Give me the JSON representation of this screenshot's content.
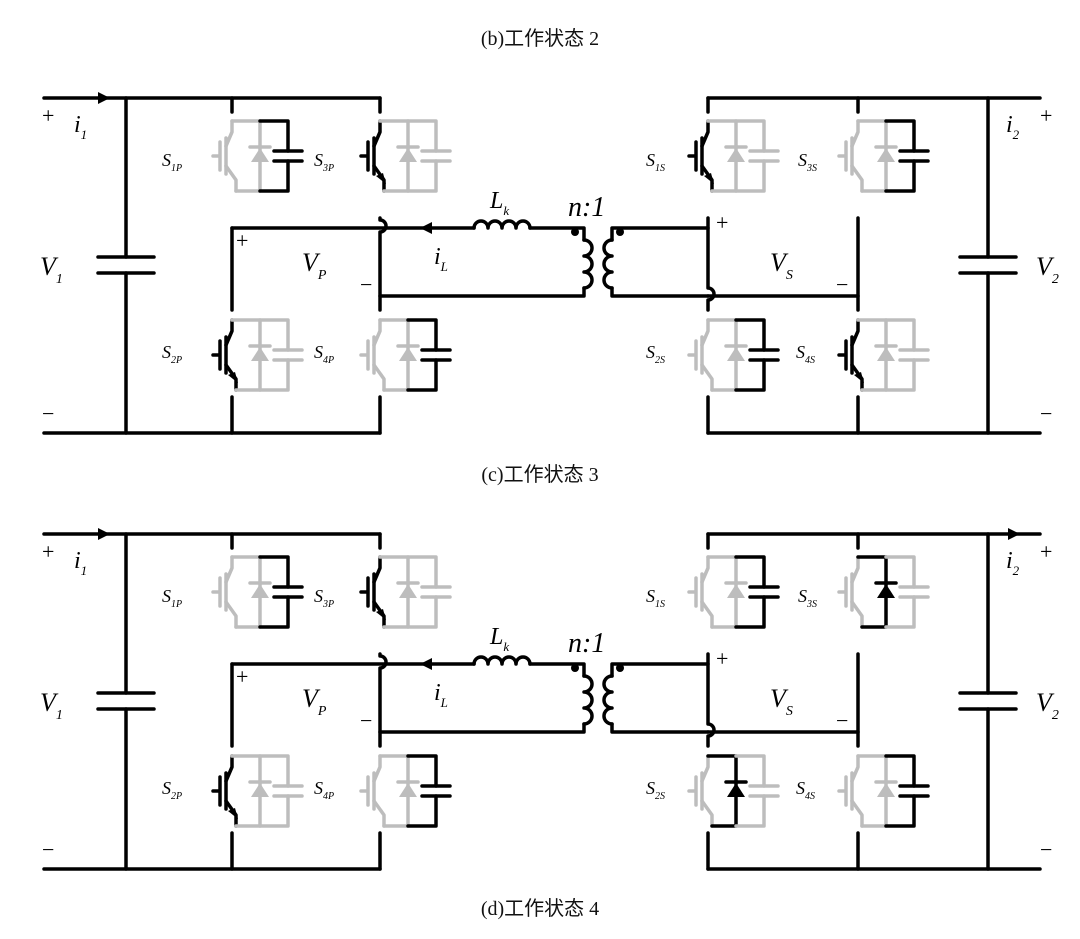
{
  "captions": [
    "(b)工作状态 2",
    "(c)工作状态 3",
    "(d)工作状态 4"
  ],
  "labels": {
    "V1": "V",
    "V1_sub": "1",
    "V2": "V",
    "V2_sub": "2",
    "VP": "V",
    "VP_sub": "P",
    "VS": "V",
    "VS_sub": "S",
    "i1": "i",
    "i1_sub": "1",
    "i2": "i",
    "i2_sub": "2",
    "iL": "i",
    "iL_sub": "L",
    "Lk": "L",
    "Lk_sub": "k",
    "ratio": "n:1",
    "S1P": "S",
    "S1P_sub": "1P",
    "S2P": "S",
    "S2P_sub": "2P",
    "S3P": "S",
    "S3P_sub": "3P",
    "S4P": "S",
    "S4P_sub": "4P",
    "S1S": "S",
    "S1S_sub": "1S",
    "S2S": "S",
    "S2S_sub": "2S",
    "S3S": "S",
    "S3S_sub": "3S",
    "S4S": "S",
    "S4S_sub": "4S",
    "plus": "+",
    "minus": "−"
  },
  "states": [
    {
      "id": "state-2-circuit",
      "active": {
        "S1P": "cap",
        "S3P": "igbt",
        "S2P": "igbt",
        "S4P": "cap",
        "S1S": "igbt",
        "S3S": "cap",
        "S2S": "cap",
        "S4S": "igbt"
      },
      "output_arrow": false
    },
    {
      "id": "state-3-circuit",
      "active": {
        "S1P": "cap",
        "S3P": "igbt",
        "S2P": "igbt",
        "S4P": "cap",
        "S1S": "cap",
        "S3S": "diode",
        "S2S": "diode",
        "S4S": "cap"
      },
      "output_arrow": true
    }
  ]
}
